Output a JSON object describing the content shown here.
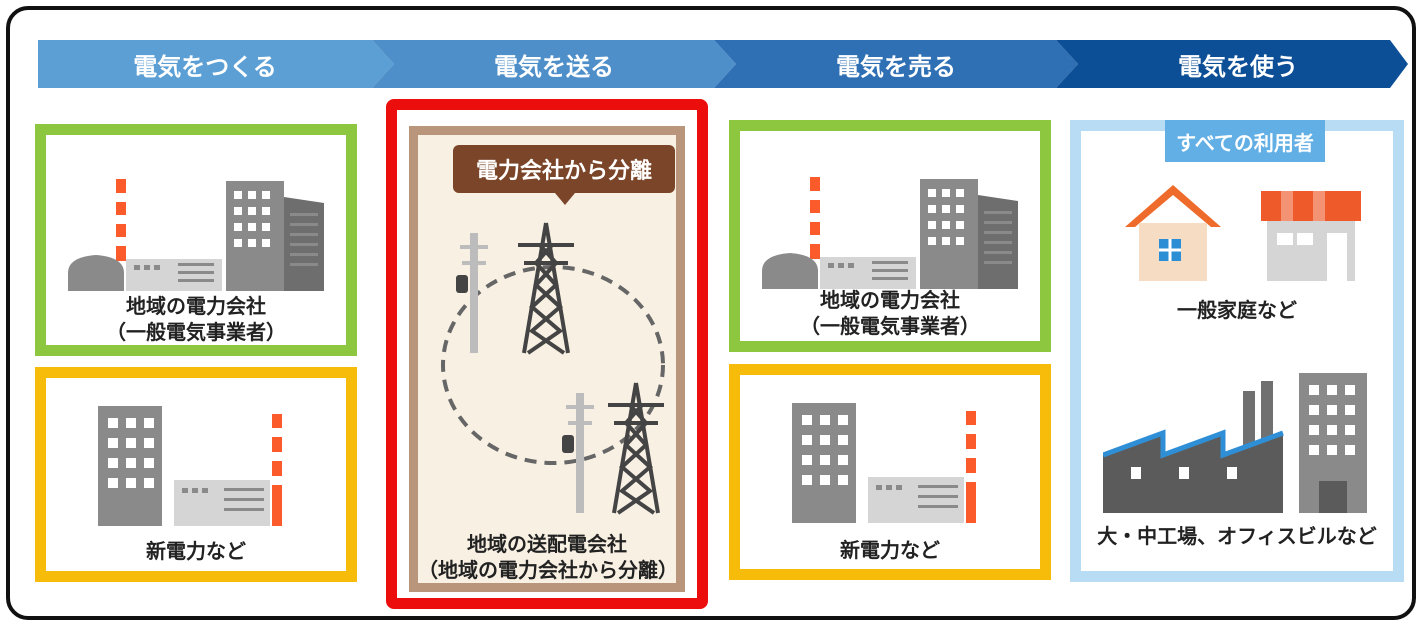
{
  "steps": [
    {
      "label": "電気をつくる"
    },
    {
      "label": "電気を送る"
    },
    {
      "label": "電気を売る"
    },
    {
      "label": "電気を使う"
    }
  ],
  "generation": {
    "incumbent": {
      "line1": "地域の電力会社",
      "line2": "（一般電気事業者）"
    },
    "newcomer": {
      "label": "新電力など"
    }
  },
  "transmission": {
    "callout": "電力会社から分離",
    "line1": "地域の送配電会社",
    "line2": "（地域の電力会社から分離）"
  },
  "retail": {
    "incumbent": {
      "line1": "地域の電力会社",
      "line2": "（一般電気事業者）"
    },
    "newcomer": {
      "label": "新電力など"
    }
  },
  "users": {
    "tag": "すべての利用者",
    "households": "一般家庭など",
    "large": "大・中工場、オフィスビルなど"
  },
  "colors": {
    "step1": "#5b9fd4",
    "step2": "#4e8fc9",
    "step3": "#2f70b4",
    "step4": "#0d4f97",
    "incumbent_border": "#8dc63f",
    "newcomer_border": "#f7bb0a",
    "highlight": "#ec0d0d",
    "transmission_border": "#b9957b",
    "callout": "#7a4528",
    "users_border": "#b7dcf3",
    "users_tag": "#62afe5"
  }
}
